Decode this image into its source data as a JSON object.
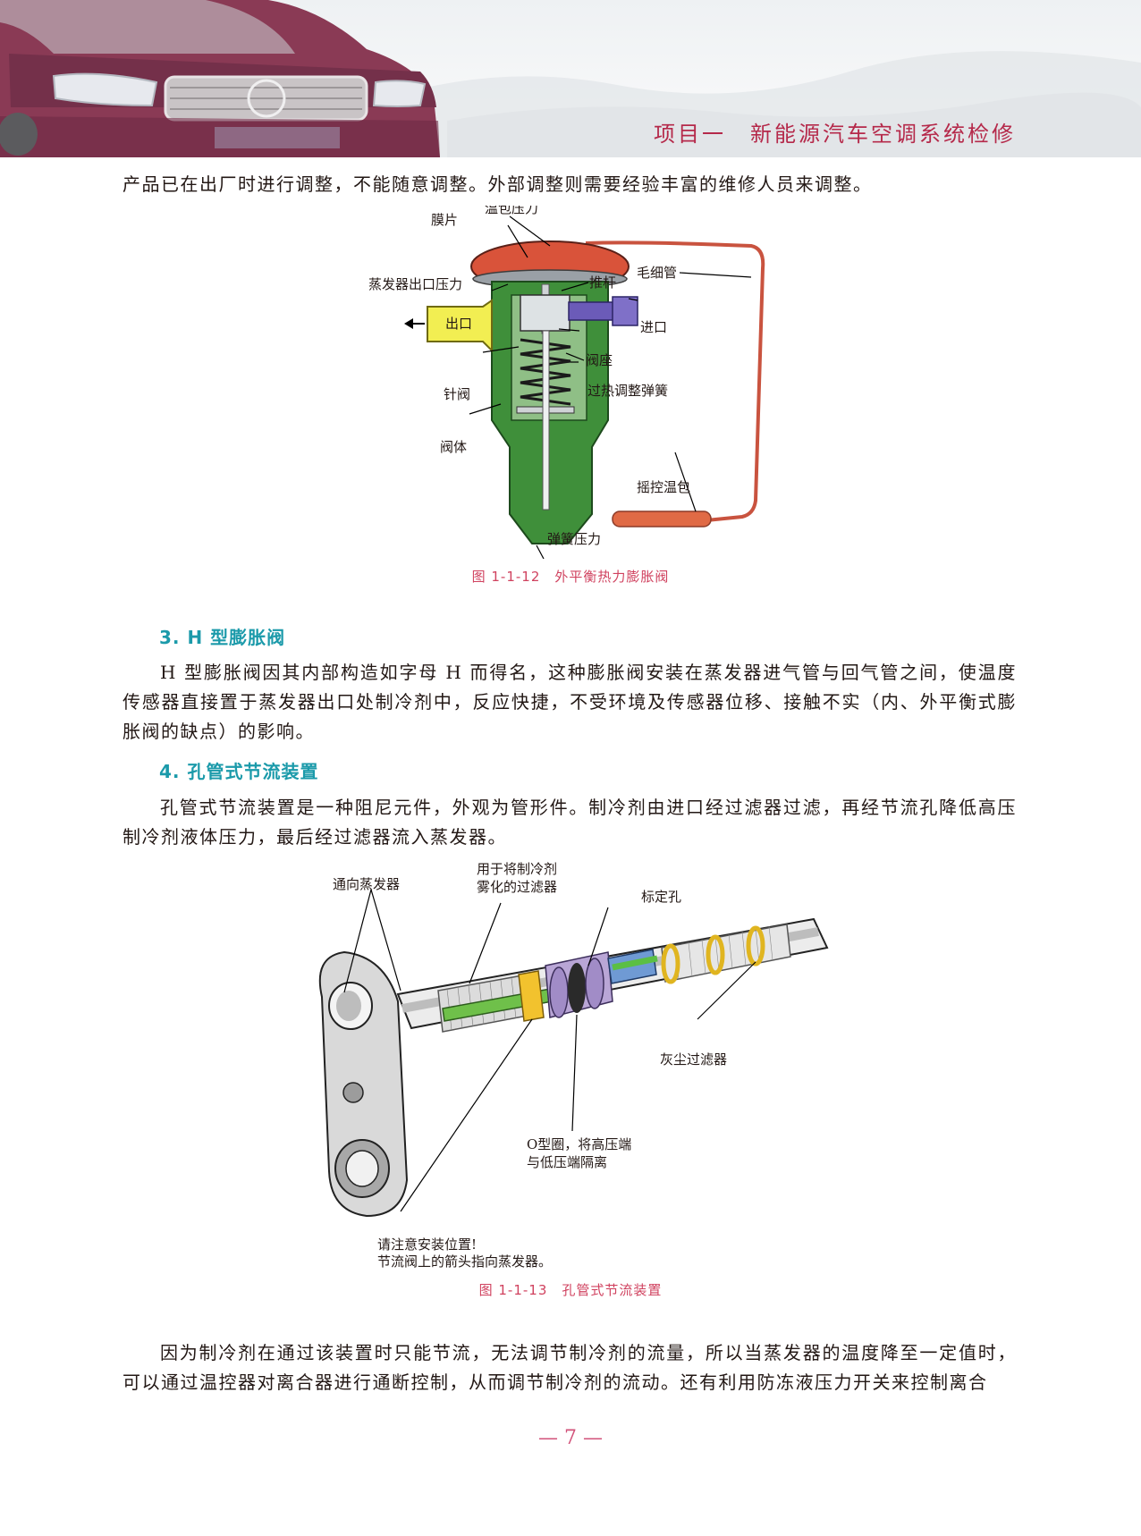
{
  "header": {
    "title": "项目一　新能源汽车空调系统检修"
  },
  "intro_text": "产品已在出厂时进行调整，不能随意调整。外部调整则需要经验丰富的维修人员来调整。",
  "figure1": {
    "labels": {
      "wenbao_yali": "温包压力",
      "mopian": "膜片",
      "maoxiguan": "毛细管",
      "zhengfaqi_chukou_yali": "蒸发器出口压力",
      "tuigan": "推杆",
      "jinkou": "进口",
      "chukou": "出口",
      "fazuo": "阀座",
      "zhenfa": "针阀",
      "guore_tiaozheng_tanhuang": "过热调整弹簧",
      "fati": "阀体",
      "yaokong_wenbao": "摇控温包",
      "tanhuang_yali": "弹簧压力"
    },
    "caption": "图 1-1-12　外平衡热力膨胀阀"
  },
  "section3": {
    "heading": "3. H 型膨胀阀",
    "text": "H 型膨胀阀因其内部构造如字母 H 而得名，这种膨胀阀安装在蒸发器进气管与回气管之间，使温度传感器直接置于蒸发器出口处制冷剂中，反应快捷，不受环境及传感器位移、接触不实（内、外平衡式膨胀阀的缺点）的影响。"
  },
  "section4": {
    "heading": "4. 孔管式节流装置",
    "text": "孔管式节流装置是一种阻尼元件，外观为管形件。制冷剂由进口经过滤器过滤，再经节流孔降低高压制冷剂液体压力，最后经过滤器流入蒸发器。"
  },
  "figure2": {
    "labels": {
      "tongxiang_zhengfaqi": "通向蒸发器",
      "guolvqi_line1": "用于将制冷剂",
      "guolvqi_line2": "雾化的过滤器",
      "biaodingkong": "标定孔",
      "huichen_guolvqi": "灰尘过滤器",
      "oxingquan_line1": "O型圈，将高压端",
      "oxingquan_line2": "与低压端隔离",
      "zhuyi_line1": "请注意安装位置!",
      "zhuyi_line2": "节流阀上的箭头指向蒸发器。"
    },
    "caption": "图 1-1-13　孔管式节流装置"
  },
  "closing_text": "因为制冷剂在通过该装置时只能节流，无法调节制冷剂的流量，所以当蒸发器的温度降至一定值时，可以通过温控器对离合器进行通断控制，从而调节制冷剂的流动。还有利用防冻液压力开关来控制离合",
  "page_number": "— 7 —",
  "colors": {
    "header_accent": "#b5294a",
    "section_heading": "#1b9aaa",
    "caption": "#d0425f",
    "valve_body": "#3f8f3a",
    "inlet": "#6b5bb8",
    "outlet": "#f2ee52",
    "diaphragm": "#d9533a"
  }
}
